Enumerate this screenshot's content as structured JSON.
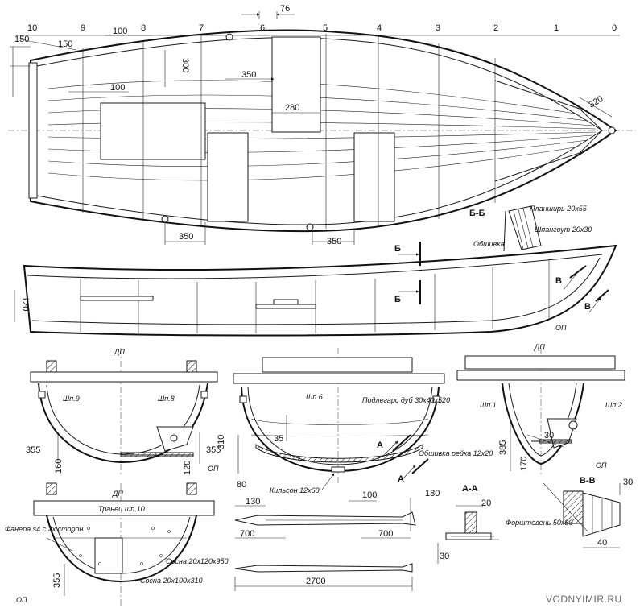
{
  "dimensions": {
    "top_76": "76",
    "d150_a": "150",
    "d150_b": "150",
    "d100_top": "100",
    "d300": "300",
    "d100_mid": "100",
    "d350_top": "350",
    "d280": "280",
    "d320": "320",
    "d350_bl": "350",
    "d350_br": "350",
    "d120_side": "120",
    "d355_a": "355",
    "d160": "160",
    "d355_b": "355",
    "d120_sec": "120",
    "d310": "310",
    "d35": "35",
    "d80": "80",
    "d385": "385",
    "d170": "170",
    "d30_sec": "30",
    "d355_tr": "355",
    "d130": "130",
    "d100_oar": "100",
    "d180": "180",
    "d700_a": "700",
    "d700_b": "700",
    "d2700": "2700",
    "d20": "20",
    "d30_aa": "30",
    "d30_vv": "30",
    "d40": "40"
  },
  "frame_numbers": [
    "10",
    "9",
    "8",
    "7",
    "6",
    "5",
    "4",
    "3",
    "2",
    "1",
    "0"
  ],
  "labels": {
    "dp": "ДП",
    "op": "ОП",
    "b_mark": "Б",
    "v_mark": "В",
    "a_mark": "А",
    "sec_bb": "Б-Б",
    "sec_aa": "А-А",
    "sec_vv": "В-В",
    "planshir": "Планширь 20x55",
    "shpangout": "Шпангоут 20x30",
    "obshivka": "Обшивка",
    "shp9": "Шп.9",
    "shp8": "Шп.8",
    "shp6": "Шп.6",
    "shp1": "Шп.1",
    "shp2": "Шп.2",
    "podlegars": "Подлегарс дуб 30x40x520",
    "obshivka_reika": "Обшивка рейка 12x20",
    "kilson": "Кильсон 12x60",
    "tranets": "Транец шп.10",
    "fanera": "Фанера s4 с 2х сторон",
    "sosna1": "Сосна 20x120x950",
    "sosna2": "Сосна 20x100x310",
    "forshteven": "Форштевень 50x80"
  },
  "watermark": "VODNYIMIR.RU"
}
